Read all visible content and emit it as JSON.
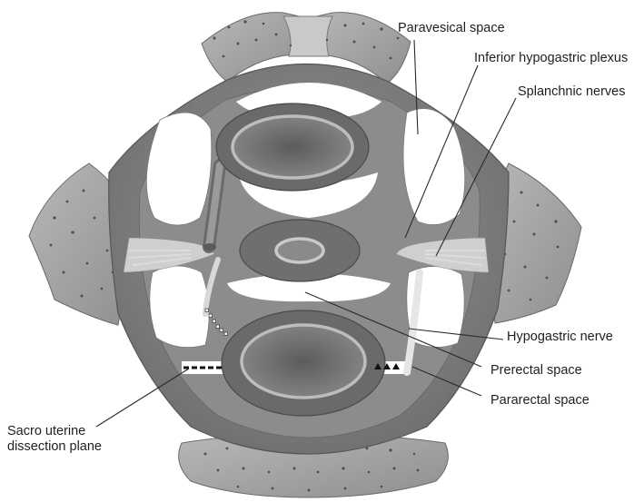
{
  "labels": {
    "paravesical_space": "Paravesical space",
    "inferior_hypogastric_plexus": "Inferior hypogastric plexus",
    "splanchnic_nerves": "Splanchnic nerves",
    "hypogastric_nerve": "Hypogastric nerve",
    "prerectal_space": "Prerectal space",
    "pararectal_space": "Pararectal space",
    "sacro_uterine_line1": "Sacro uterine",
    "sacro_uterine_line2": "dissection plane"
  },
  "colors": {
    "pelvic_wall": "#8a8a8a",
    "pelvic_wall_dark": "#5f5f5f",
    "bone": "#a9a9a9",
    "bone_pores": "#4f4f4f",
    "organ_ring": "#6f6f6f",
    "organ_lumen": "#7d7d7d",
    "organ_mucosa": "#b9b9b9",
    "space": "#ffffff",
    "nerve": "#d4d4d4",
    "leader": "#2a2a2a"
  }
}
